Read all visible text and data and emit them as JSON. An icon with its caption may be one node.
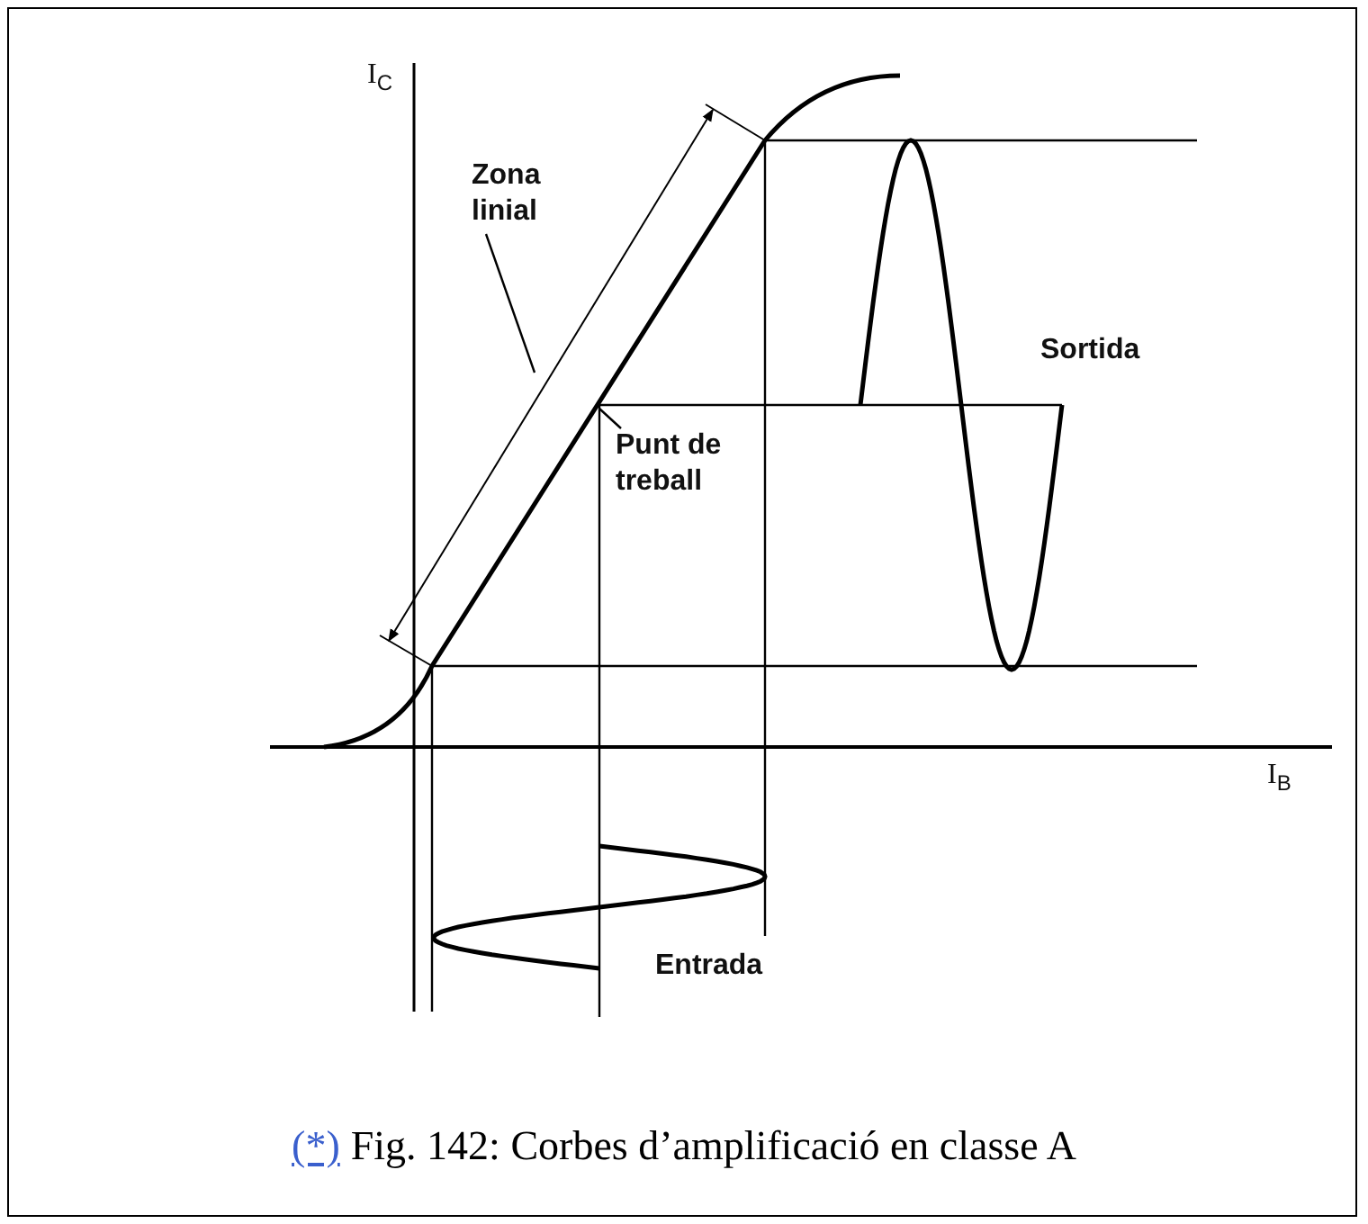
{
  "diagram": {
    "caption": "Fig. 142: Corbes d’amplificació en classe A",
    "nodes": [
      {
        "text": [
          "Zona linial"
        ]
      },
      {
        "text": [
          "Punt de treball"
        ]
      }
    ],
    "edges": [
      {
        "from": 0,
        "to": null,
        "arrow": "none"
      },
      {
        "from": 1,
        "to": null,
        "arrow": "none"
      }
    ],
    "labels": [
      "I$_{C}$",
      "Sortida",
      "I$_{B}$",
      "Entrada",
      "(*)"
    ]
  }
}
